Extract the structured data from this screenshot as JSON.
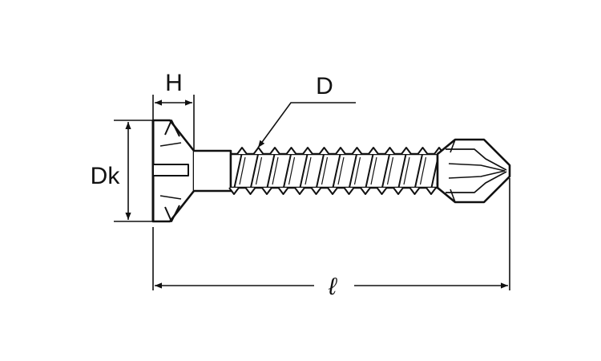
{
  "diagram": {
    "labels": {
      "head_height": "H",
      "head_diameter": "Dk",
      "thread_diameter": "D",
      "length": "ℓ"
    },
    "colors": {
      "stroke": "#111111",
      "background": "#ffffff"
    }
  }
}
